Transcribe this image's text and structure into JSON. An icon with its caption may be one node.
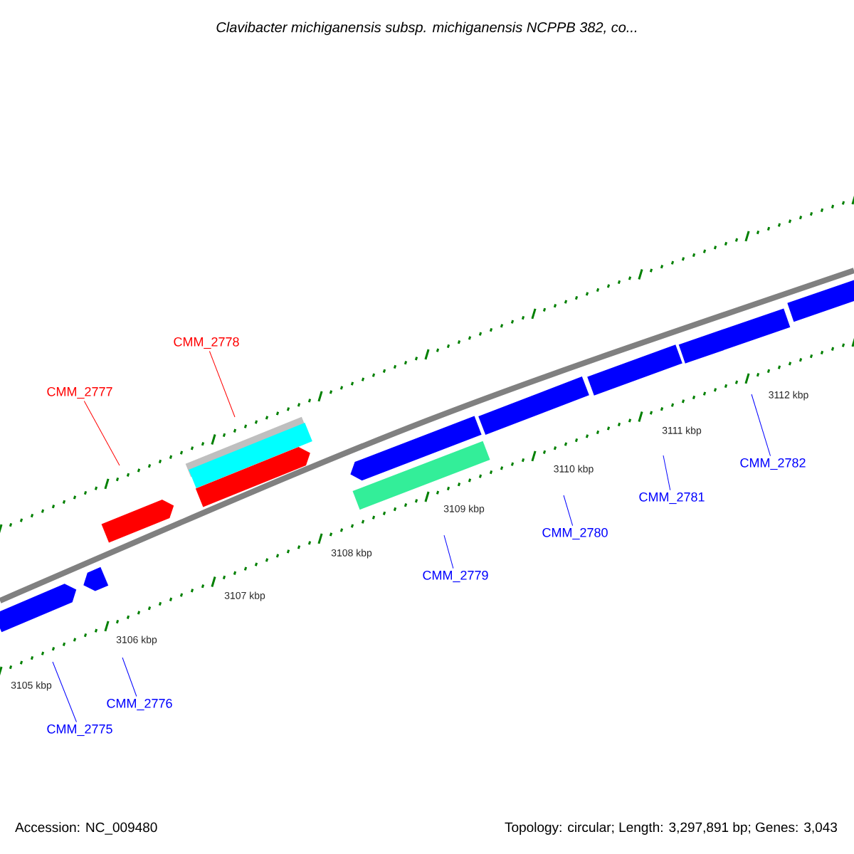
{
  "diagram": {
    "title": "Clavibacter michiganensis subsp. michiganensis NCPPB 382, co...",
    "nodes": [
      {
        "text": [
          "CMM_2777"
        ]
      },
      {
        "text": [
          "CMM_2778"
        ]
      },
      {
        "text": [
          "CMM_2775"
        ]
      },
      {
        "text": [
          "CMM_2776"
        ]
      },
      {
        "text": [
          "CMM_2779"
        ]
      },
      {
        "text": [
          "CMM_2780"
        ]
      },
      {
        "text": [
          "CMM_2781"
        ]
      },
      {
        "text": [
          "CMM_2782"
        ]
      }
    ],
    "edges": [
      {
        "from": 0,
        "to": null,
        "arrow": "none",
        "color": "#ff0000"
      },
      {
        "from": 1,
        "to": null,
        "arrow": "none",
        "color": "#ff0000"
      },
      {
        "from": 2,
        "to": null,
        "arrow": "none"
      },
      {
        "from": 3,
        "to": null,
        "arrow": "none"
      },
      {
        "from": 4,
        "to": null,
        "arrow": "none"
      },
      {
        "from": 5,
        "to": null,
        "arrow": "none"
      },
      {
        "from": 6,
        "to": null,
        "arrow": "none"
      },
      {
        "from": 7,
        "to": null,
        "arrow": "none"
      }
    ],
    "labels": [
      "3105 kbp",
      "3106 kbp",
      "3107 kbp",
      "3108 kbp",
      "3109 kbp",
      "3110 kbp",
      "3111 kbp",
      "3112 kbp",
      "Accession: NC_009480",
      "Topology: circular; Length: 3,297,891 bp; Genes: 3,043"
    ]
  }
}
